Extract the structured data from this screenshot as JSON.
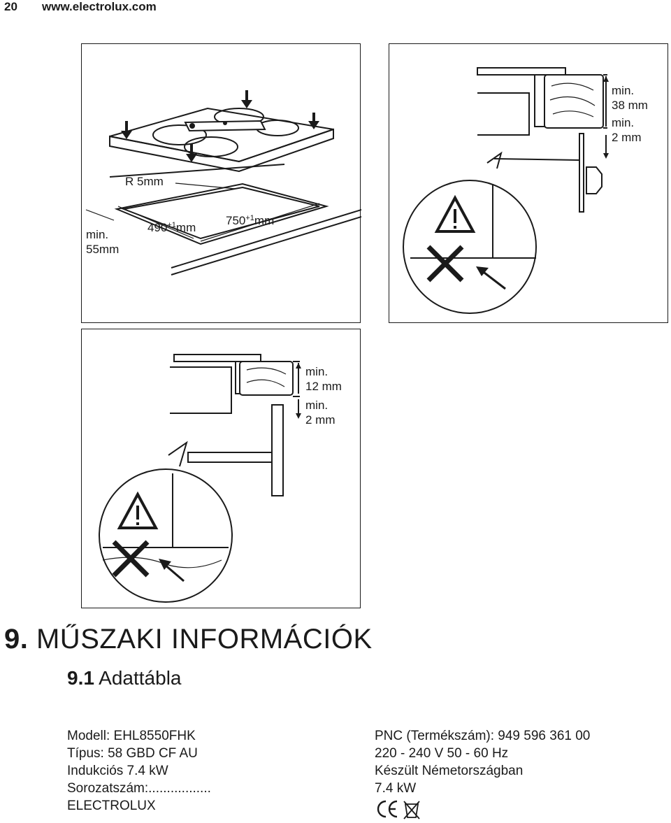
{
  "header": {
    "page_number": "20",
    "url": "www.electrolux.com"
  },
  "figure1": {
    "radius": "R 5mm",
    "min_label": "min.",
    "min_value": "55mm",
    "width_base": "490",
    "width_tol": "+1",
    "width_unit": "mm",
    "depth_base": "750",
    "depth_tol": "+1",
    "depth_unit": "mm"
  },
  "figure2": {
    "top_min": "min.",
    "top_value": "38 mm",
    "bottom_min": "min.",
    "bottom_value": "2 mm"
  },
  "figure3": {
    "top_min": "min.",
    "top_value": "12 mm",
    "bottom_min": "min.",
    "bottom_value": "2 mm"
  },
  "section": {
    "number": "9.",
    "title": "MŰSZAKI INFORMÁCIÓK"
  },
  "subsection": {
    "number": "9.1",
    "title": "Adattábla"
  },
  "specs_left": [
    "Modell: EHL8550FHK",
    "Típus: 58 GBD CF AU",
    "Indukciós 7.4 kW",
    "Sorozatszám:.................",
    "ELECTROLUX"
  ],
  "specs_right": [
    "PNC (Termékszám): 949 596 361 00",
    "220 - 240 V 50 - 60 Hz",
    "Készült Németországban",
    "7.4 kW"
  ],
  "marks": {
    "ce": "CE",
    "weee": "weee-bin-icon"
  }
}
